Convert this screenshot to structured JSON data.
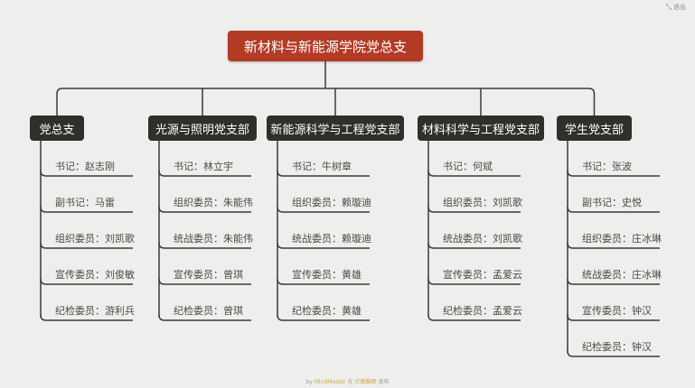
{
  "corner": {
    "icon": "collapse-icon",
    "label": "退出"
  },
  "root": {
    "title": "新材料与新能源学院党总支"
  },
  "branches": [
    {
      "title": "党总支",
      "items": [
        {
          "role": "书记",
          "name": "赵志刚"
        },
        {
          "role": "副书记",
          "name": "马雷"
        },
        {
          "role": "组织委员",
          "name": "刘凯歌"
        },
        {
          "role": "宣传委员",
          "name": "刘俊敏"
        },
        {
          "role": "纪检委员",
          "name": "游利兵"
        }
      ]
    },
    {
      "title": "光源与照明党支部",
      "items": [
        {
          "role": "书记",
          "name": "林立宇"
        },
        {
          "role": "组织委员",
          "name": "朱能伟"
        },
        {
          "role": "统战委员",
          "name": "朱能伟"
        },
        {
          "role": "宣传委员",
          "name": "曾琪"
        },
        {
          "role": "纪检委员",
          "name": "曾琪"
        }
      ]
    },
    {
      "title": "新能源科学与工程党支部",
      "items": [
        {
          "role": "书记",
          "name": "牛树章"
        },
        {
          "role": "组织委员",
          "name": "赖璇迪"
        },
        {
          "role": "统战委员",
          "name": "赖璇迪"
        },
        {
          "role": "宣传委员",
          "name": "黄雄"
        },
        {
          "role": "纪检委员",
          "name": "黄雄"
        }
      ]
    },
    {
      "title": "材料科学与工程党支部",
      "items": [
        {
          "role": "书记",
          "name": "何斌"
        },
        {
          "role": "组织委员",
          "name": "刘凯歌"
        },
        {
          "role": "统战委员",
          "name": "刘凯歌"
        },
        {
          "role": "宣传委员",
          "name": "孟爱云"
        },
        {
          "role": "纪检委员",
          "name": "孟爱云"
        }
      ]
    },
    {
      "title": "学生党支部",
      "items": [
        {
          "role": "书记",
          "name": "张波"
        },
        {
          "role": "副书记",
          "name": "史悦"
        },
        {
          "role": "组织委员",
          "name": "庄冰琳"
        },
        {
          "role": "统战委员",
          "name": "庄冰琳"
        },
        {
          "role": "宣传委员",
          "name": "钟汉"
        },
        {
          "role": "纪检委员",
          "name": "钟汉"
        }
      ]
    }
  ],
  "footer": {
    "prefix": "by",
    "brand": "MindMaster",
    "middle": "在",
    "app": "亿图脑图",
    "suffix": "发布"
  },
  "colors": {
    "root": "#b33a24",
    "branch": "#2f302b",
    "line": "#3a3a36",
    "background": "#eeeeec"
  }
}
